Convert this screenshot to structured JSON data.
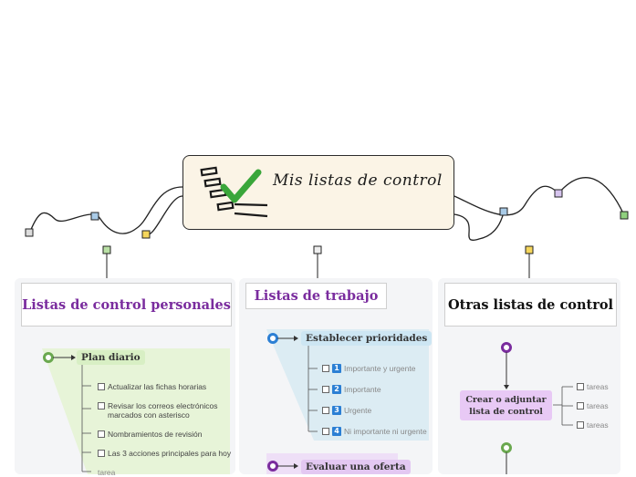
{
  "central": {
    "title": "Mis listas de control"
  },
  "panels": [
    {
      "title": "Listas de control personales",
      "node": "Plan diario",
      "items": [
        "Actualizar las fichas horarias",
        "Revisar los correos electrónicos marcados con asterisco",
        "Nombramientos de revisión",
        "Las 3 acciones principales para hoy",
        "tarea"
      ]
    },
    {
      "title": "Listas de trabajo",
      "node": "Establecer prioridades",
      "items": [
        {
          "n": "1",
          "label": "Importante y urgente"
        },
        {
          "n": "2",
          "label": "Importante"
        },
        {
          "n": "3",
          "label": "Urgente"
        },
        {
          "n": "4",
          "label": "Ni importante ni urgente"
        }
      ],
      "node2": "Evaluar una oferta"
    },
    {
      "title": "Otras listas de control",
      "node": "Crear o adjuntar lista de control",
      "items": [
        "tareas",
        "tareas",
        "tareas"
      ]
    }
  ],
  "colors": {
    "purple_title": "#7a2c9e",
    "green_group": "#e7f4d8",
    "blue_group": "#dcecf3",
    "lavender_node": "#e8c9f5",
    "check_green": "#3aa63a"
  }
}
